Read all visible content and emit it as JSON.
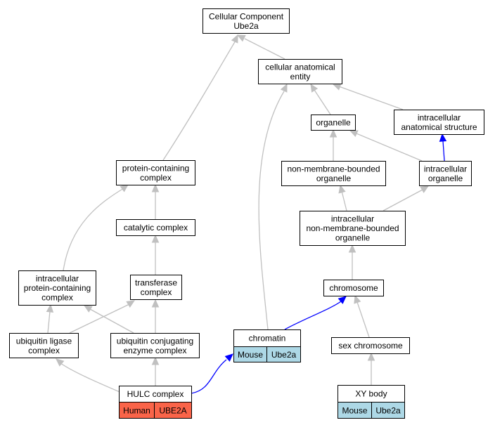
{
  "nodes": {
    "cellular_component": {
      "lines": [
        "Cellular Component",
        "Ube2a"
      ]
    },
    "cellular_anatomical_entity": {
      "lines": [
        "cellular anatomical",
        "entity"
      ]
    },
    "organelle": {
      "lines": [
        "organelle"
      ]
    },
    "intracellular_anatomical_structure": {
      "lines": [
        "intracellular",
        "anatomical structure"
      ]
    },
    "protein_containing_complex": {
      "lines": [
        "protein-containing",
        "complex"
      ]
    },
    "non_membrane_bounded_organelle": {
      "lines": [
        "non-membrane-bounded",
        "organelle"
      ]
    },
    "intracellular_organelle": {
      "lines": [
        "intracellular",
        "organelle"
      ]
    },
    "catalytic_complex": {
      "lines": [
        "catalytic complex"
      ]
    },
    "intracellular_nmb_organelle": {
      "lines": [
        "intracellular",
        "non-membrane-bounded",
        "organelle"
      ]
    },
    "intracellular_protein_containing_complex": {
      "lines": [
        "intracellular",
        "protein-containing",
        "complex"
      ]
    },
    "transferase_complex": {
      "lines": [
        "transferase",
        "complex"
      ]
    },
    "chromosome": {
      "lines": [
        "chromosome"
      ]
    },
    "ubiquitin_ligase_complex": {
      "lines": [
        "ubiquitin ligase",
        "complex"
      ]
    },
    "ubiquitin_conjugating_enzyme_complex": {
      "lines": [
        "ubiquitin conjugating",
        "enzyme complex"
      ]
    },
    "chromatin": {
      "lines": [
        "chromatin"
      ],
      "cells": [
        "Mouse",
        "Ube2a"
      ]
    },
    "sex_chromosome": {
      "lines": [
        "sex chromosome"
      ]
    },
    "hulc_complex": {
      "lines": [
        "HULC complex"
      ],
      "cells": [
        "Human",
        "UBE2A"
      ]
    },
    "xy_body": {
      "lines": [
        "XY body"
      ],
      "cells": [
        "Mouse",
        "Ube2a"
      ]
    }
  },
  "colors": {
    "mouse_cell": "#add8e6",
    "human_cell": "#fa6449",
    "edge_isa": "#c0c0c0",
    "edge_partof": "#0000ff"
  }
}
